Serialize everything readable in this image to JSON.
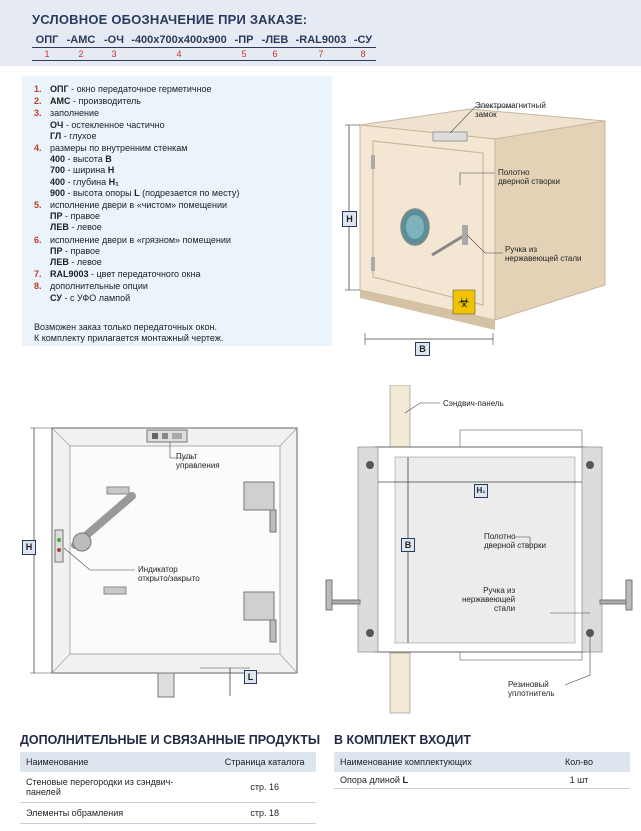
{
  "header": {
    "title": "УСЛОВНОЕ ОБОЗНАЧЕНИЕ ПРИ ЗАКАЗЕ:",
    "code": [
      {
        "code": "ОПГ",
        "num": "1"
      },
      {
        "code": "-АМС",
        "num": "2"
      },
      {
        "code": "-ОЧ",
        "num": "3"
      },
      {
        "code": "-400x700x400x900",
        "num": "4"
      },
      {
        "code": "-ПР",
        "num": "5"
      },
      {
        "code": "-ЛЕВ",
        "num": "6"
      },
      {
        "code": "-RAL9003",
        "num": "7"
      },
      {
        "code": "-СУ",
        "num": "8"
      }
    ]
  },
  "legend": {
    "i1": {
      "num": "1.",
      "bold": "ОПГ",
      "rest": " - окно передаточное герметичное"
    },
    "i2": {
      "num": "2.",
      "bold": "АМС",
      "rest": " - производитель"
    },
    "i3": {
      "num": "3.",
      "rest": "заполнение",
      "s1b": "ОЧ",
      "s1": " - остекленное частично",
      "s2b": "ГЛ",
      "s2": " - глухое"
    },
    "i4": {
      "num": "4.",
      "rest": "размеры по внутренним стенкам",
      "s1b": "400",
      "s1": " - высота ",
      "s1u": "В",
      "s2b": "700",
      "s2": " - ширина ",
      "s2u": "Н",
      "s3b": "400",
      "s3": " - глубина ",
      "s3u": "Н₁",
      "s4b": "900",
      "s4": " - высота опоры ",
      "s4u": "L",
      "s4e": " (подрезается по месту)"
    },
    "i5": {
      "num": "5.",
      "rest": "исполнение двери в «чистом» помещении",
      "s1b": "ПР",
      "s1": " - правое",
      "s2b": "ЛЕВ",
      "s2": " - левое"
    },
    "i6": {
      "num": "6.",
      "rest": "исполнение двери в «грязном» помещении",
      "s1b": "ПР",
      "s1": " - правое",
      "s2b": "ЛЕВ",
      "s2": " - левое"
    },
    "i7": {
      "num": "7.",
      "bold": "RAL9003",
      "rest": " - цвет передаточного окна"
    },
    "i8": {
      "num": "8.",
      "rest": "дополнительные опции",
      "s1b": "СУ",
      "s1": " - с УФО лампой"
    }
  },
  "note": {
    "line1": "Возможен заказ только передаточных окон.",
    "line2": "К комплекту прилагается монтажный чертеж."
  },
  "photo": {
    "lock1": "Электромагнитный",
    "lock2": "замок",
    "door1": "Полотно",
    "door2": "дверной створки",
    "handle1": "Ручка из",
    "handle2": "нержавеющей стали",
    "dim_h": "Н",
    "dim_b": "В"
  },
  "front": {
    "panel1": "Пульт",
    "panel2": "управления",
    "ind1": "Индикатор",
    "ind2": "открыто/закрыто",
    "dim_h": "Н",
    "dim_l": "L"
  },
  "section": {
    "sandwich": "Сэндвич-панель",
    "door1": "Полотно",
    "door2": "дверной створки",
    "handle1": "Ручка из",
    "handle2": "нержавеющей",
    "handle3": "стали",
    "seal1": "Резиновый",
    "seal2": "уплотнитель",
    "dim_h1": "Н₁",
    "dim_b": "В"
  },
  "products": {
    "title": "ДОПОЛНИТЕЛЬНЫЕ И СВЯЗАННЫЕ ПРОДУКТЫ",
    "col1": "Наименование",
    "col2": "Страница каталога",
    "r1c1": "Стеновые перегородки из сэндвич-панелей",
    "r1c2": "стр. 16",
    "r2c1": "Элементы обрамления",
    "r2c2": "стр. 18"
  },
  "kit": {
    "title": "В КОМПЛЕКТ ВХОДИТ",
    "col1": "Наименование комплектующих",
    "col2": "Кол-во",
    "r1c1": "Опора длиной ",
    "r1c1b": "L",
    "r1c2": "1 шт"
  }
}
